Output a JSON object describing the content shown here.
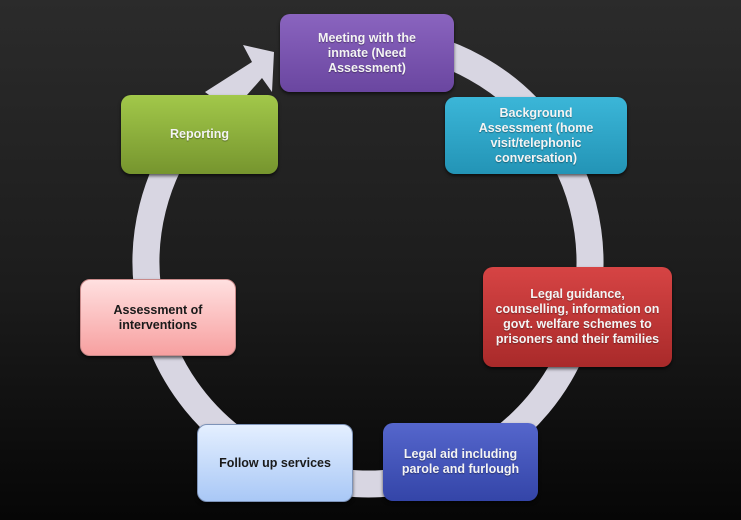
{
  "diagram": {
    "type": "cycle",
    "connector_color": "#d8d6e2",
    "nodes": [
      {
        "id": "meeting",
        "label": "Meeting with the inmate (Need Assessment)",
        "color_top": "#8a64bf",
        "color_bottom": "#6a46a0",
        "text_color": "light"
      },
      {
        "id": "background",
        "label": "Background Assessment (home visit/telephonic conversation)",
        "color_top": "#3bb6d8",
        "color_bottom": "#2394b6",
        "text_color": "light"
      },
      {
        "id": "legal-guidance",
        "label": "Legal guidance, counselling, information on govt. welfare schemes to prisoners and their families",
        "color_top": "#d64444",
        "color_bottom": "#a92a2a",
        "text_color": "light"
      },
      {
        "id": "legal-aid",
        "label": "Legal aid including parole and furlough",
        "color_top": "#5566cc",
        "color_bottom": "#3445a8",
        "text_color": "light"
      },
      {
        "id": "follow-up",
        "label": "Follow up services",
        "color_top": "#e4efff",
        "color_bottom": "#a9c8f6",
        "text_color": "dark"
      },
      {
        "id": "assessment-interventions",
        "label": "Assessment of interventions",
        "color_top": "#ffe0e0",
        "color_bottom": "#f7a0a0",
        "text_color": "dark"
      },
      {
        "id": "reporting",
        "label": "Reporting",
        "color_top": "#a2c84a",
        "color_bottom": "#76952e",
        "text_color": "light"
      }
    ]
  }
}
